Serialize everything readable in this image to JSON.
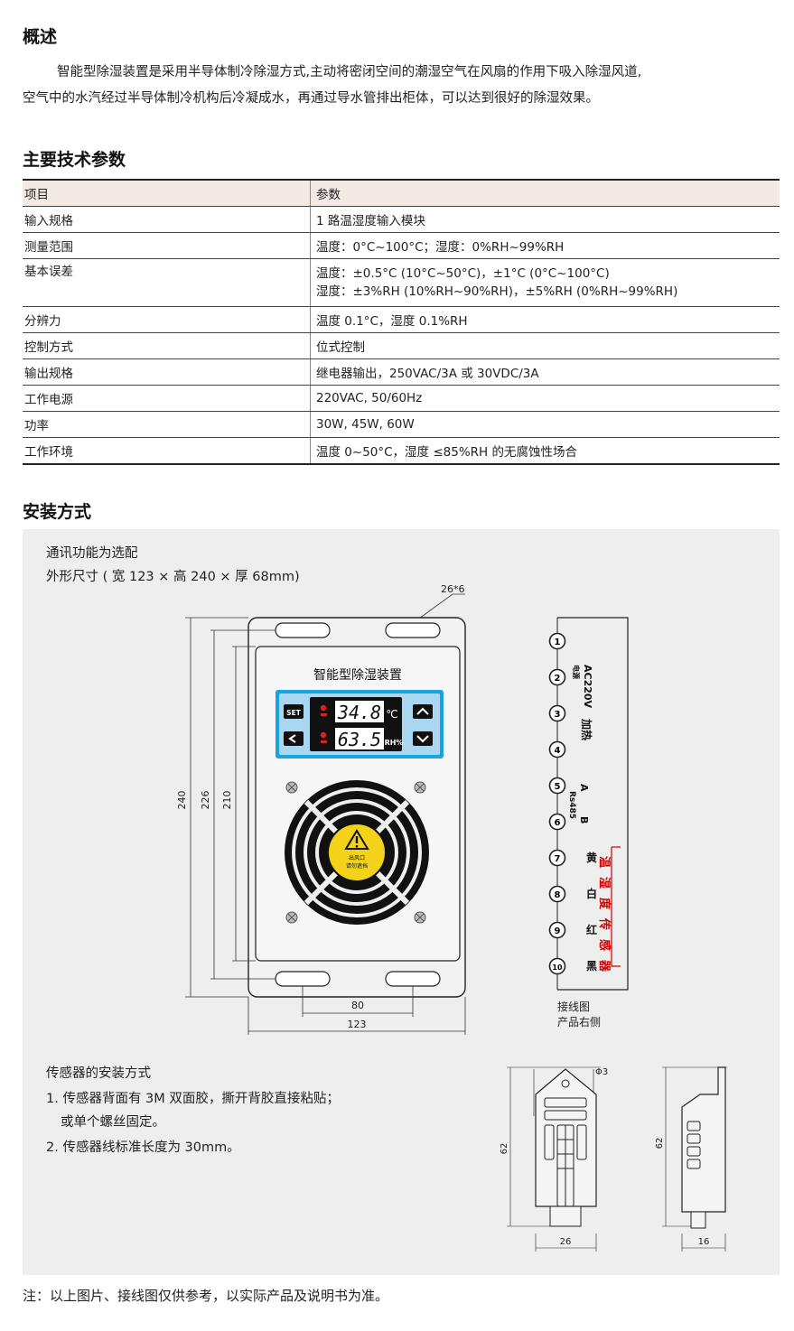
{
  "overview": {
    "title": "概述",
    "line1": "智能型除湿装置是采用半导体制冷除湿方式,主动将密闭空间的潮湿空气在风扇的作用下吸入除湿风道,",
    "line2": "空气中的水汽经过半导体制冷机构后冷凝成水，再通过导水管排出柜体，可以达到很好的除湿效果。"
  },
  "specs": {
    "title": "主要技术参数",
    "header": [
      "项目",
      "参数"
    ],
    "rows": [
      {
        "item": "输入规格",
        "value": "1 路温湿度输入模块"
      },
      {
        "item": "测量范围",
        "value": "温度：0°C~100°C；湿度：0%RH~99%RH"
      },
      {
        "item": "基本误差",
        "value": "温度：±0.5°C (10°C~50°C)，±1°C (0°C~100°C)",
        "value2": "湿度：±3%RH (10%RH~90%RH)，±5%RH (0%RH~99%RH)"
      },
      {
        "item": "分辨力",
        "value": "温度 0.1°C，湿度 0.1%RH"
      },
      {
        "item": "控制方式",
        "value": "位式控制"
      },
      {
        "item": "输出规格",
        "value": "继电器输出，250VAC/3A 或 30VDC/3A"
      },
      {
        "item": "工作电源",
        "value": "220VAC, 50/60Hz"
      },
      {
        "item": "功率",
        "value": "30W, 45W, 60W"
      },
      {
        "item": "工作环境",
        "value": "温度 0~50°C，湿度 ≤85%RH 的无腐蚀性场合"
      }
    ]
  },
  "install": {
    "title": "安装方式",
    "comm_note": "通讯功能为选配",
    "size_note": "外形尺寸 ( 宽 123 × 高 240 × 厚 68mm)",
    "device": {
      "name": "智能型除湿装置",
      "temp_reading": "34.8",
      "temp_unit": "℃",
      "hum_reading": "63.5",
      "hum_unit": "RH%",
      "set_label": "SET",
      "warning_line1": "出风口",
      "warning_line2": "请勿遮挡"
    },
    "dimensions": {
      "slot": "26*6",
      "h_total": "240",
      "h_mid": "226",
      "h_inner": "210",
      "w_holes": "80",
      "w_total": "123"
    },
    "wiring": {
      "terminals": [
        "1",
        "2",
        "3",
        "4",
        "5",
        "6",
        "7",
        "8",
        "9",
        "10"
      ],
      "power_main": "AC220V",
      "power_sub": "电源",
      "heater": "加热",
      "rs485": "Rs485",
      "rs485_a": "A",
      "rs485_b": "B",
      "wire_colors": [
        "黄",
        "白",
        "红",
        "黑"
      ],
      "sensor_label": "温湿度传感器",
      "caption1": "接线图",
      "caption2": "产品右侧"
    },
    "sensor_text": {
      "title": "传感器的安装方式",
      "item1a": "1. 传感器背面有 3M 双面胶，撕开背胶直接粘贴；",
      "item1b": "或单个螺丝固定。",
      "item2": "2. 传感器线标准长度为 30mm。"
    },
    "sensor_dims": {
      "hole": "Φ3",
      "height_front": "62",
      "width_front": "26",
      "height_side": "62",
      "width_side": "16"
    }
  },
  "footnote": "注：以上图片、接线图仅供参考，以实际产品及说明书为准。",
  "colors": {
    "panel_bg": "#eeeeee",
    "table_header_bg": "#f3e9e3",
    "lcd_frame": "#1aa3e0",
    "lcd_bg": "#a9d7f2",
    "warning_yellow": "#f3d21a",
    "wiring_red": "#cc0000"
  }
}
